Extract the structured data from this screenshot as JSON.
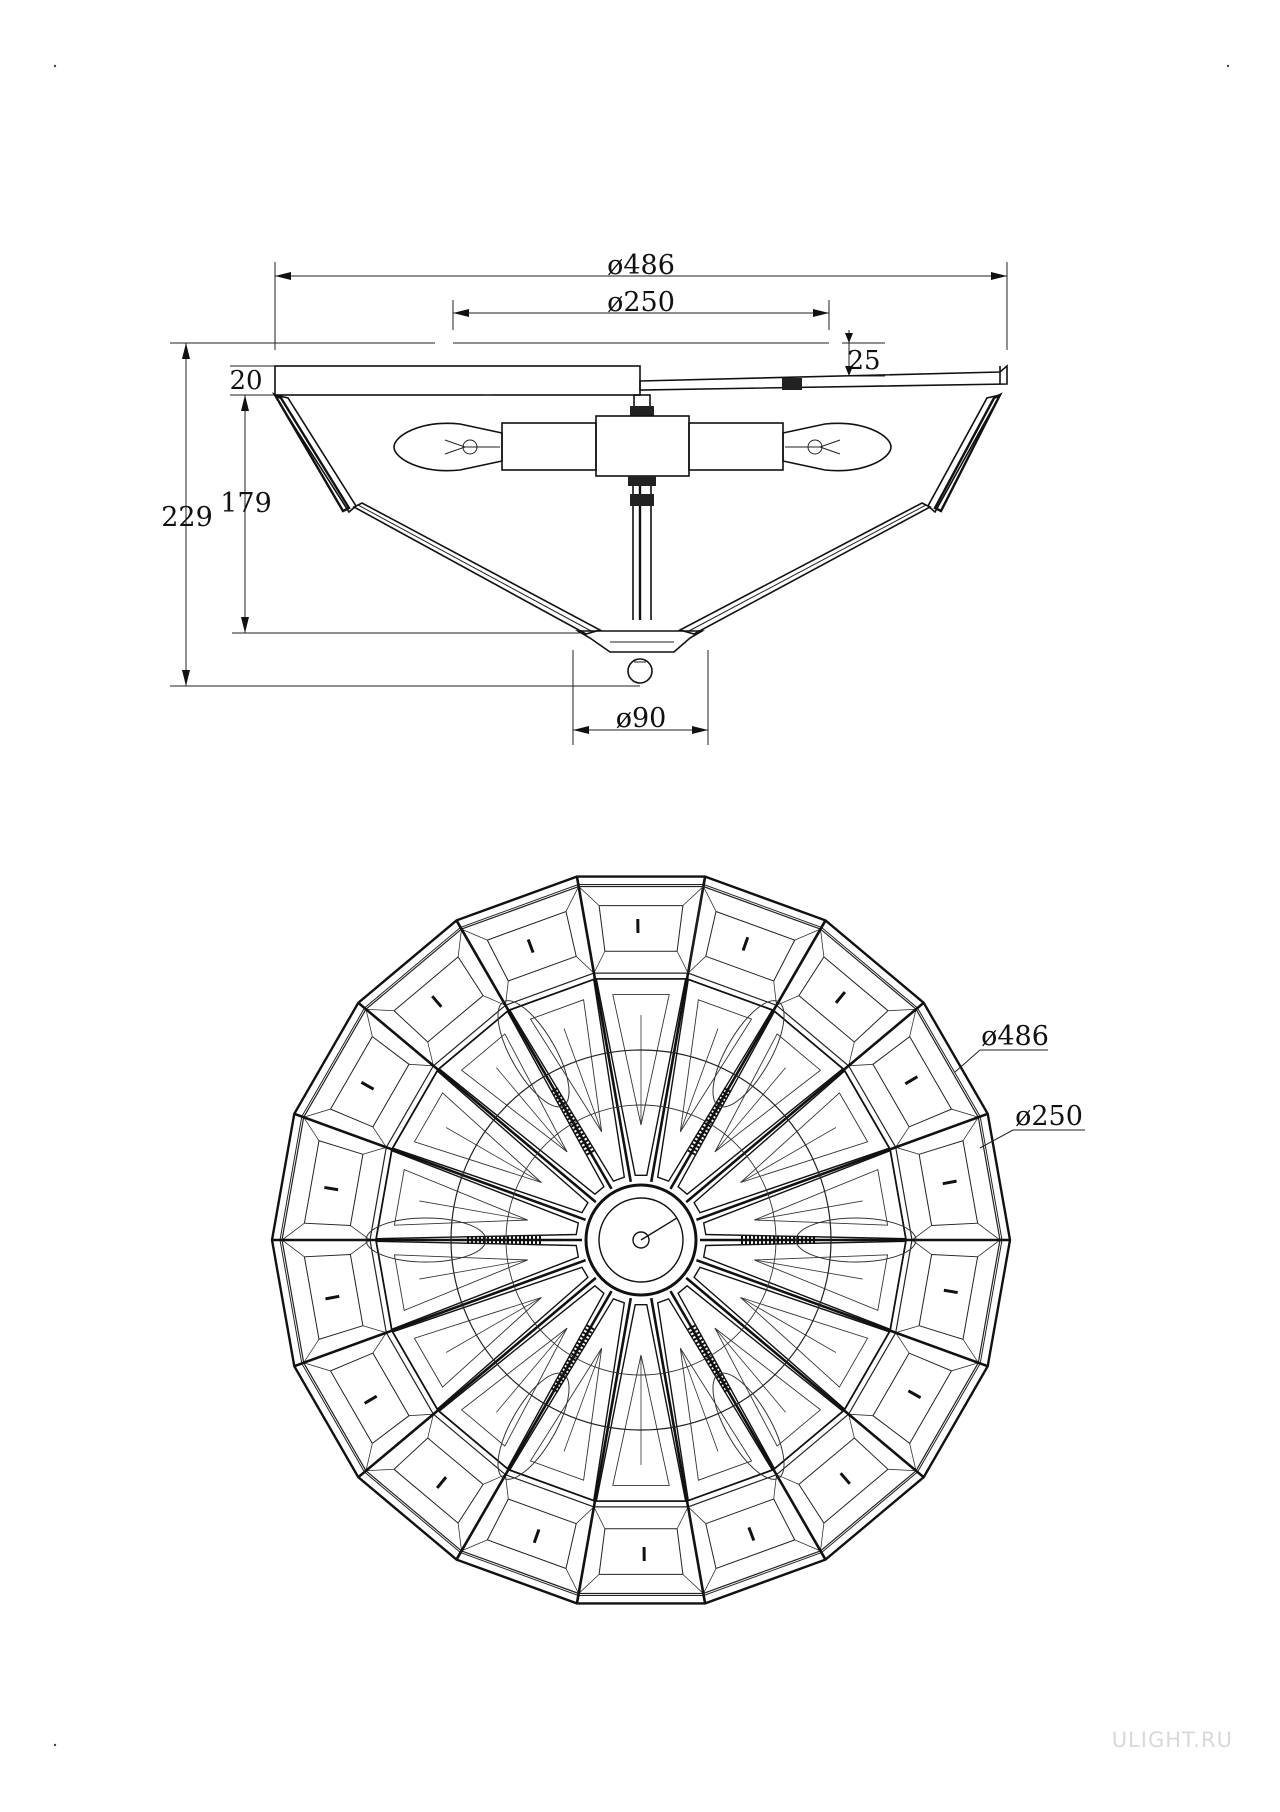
{
  "side_view": {
    "dim_overall_diameter": "ø486",
    "dim_canopy_diameter": "ø250",
    "dim_canopy_offset": "25",
    "dim_plate_thickness": "20",
    "dim_shade_height": "179",
    "dim_total_height": "229",
    "dim_finial_diameter": "ø90"
  },
  "top_view": {
    "dim_overall_diameter": "ø486",
    "dim_canopy_diameter": "ø250"
  },
  "watermark": "ULIGHT.RU"
}
